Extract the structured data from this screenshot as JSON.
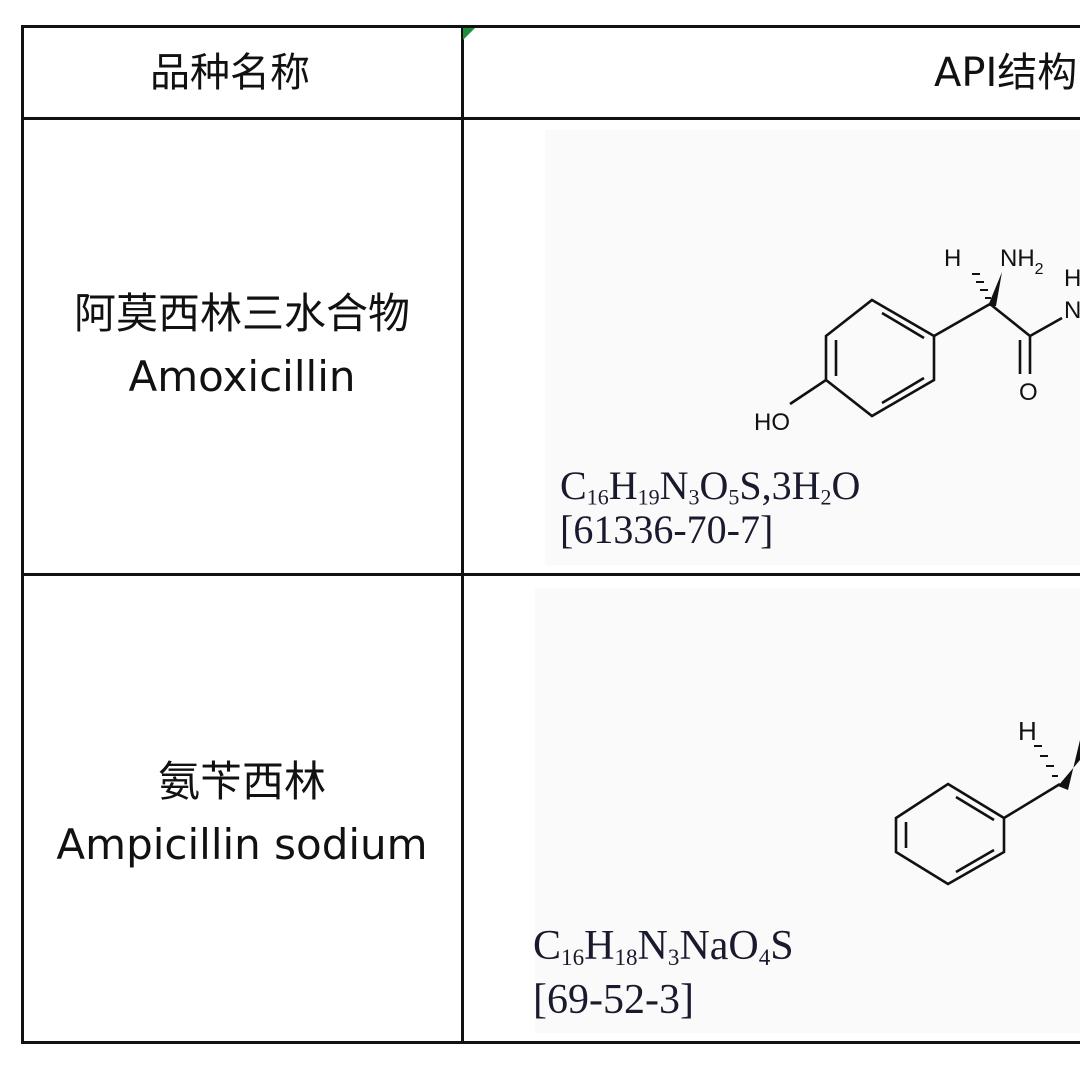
{
  "table": {
    "headers": {
      "name": "品种名称",
      "api_structure": "API结构"
    },
    "rows": [
      {
        "name_cn": "阿莫西林三水合物",
        "name_en": "Amoxicillin",
        "formula": {
          "C": "C",
          "C_n": "16",
          "H": "H",
          "H_n": "19",
          "N": "N",
          "N_n": "3",
          "O": "O",
          "O_n": "5",
          "rest": "S,3H",
          "H2": "2",
          "tail": "O"
        },
        "cas": "[61336-70-7]",
        "atom_labels": {
          "h": "H",
          "nh": "NH",
          "nh_sub": "2",
          "o": "O",
          "ho": "HO",
          "n_partial": "N",
          "h_partial": "H"
        }
      },
      {
        "name_cn": "氨苄西林",
        "name_en": "Ampicillin sodium",
        "formula": {
          "C": "C",
          "C_n": "16",
          "H": "H",
          "H_n": "18",
          "N": "N",
          "N_n": "3",
          "Na": "NaO",
          "O_n": "4",
          "tail": "S"
        },
        "cas": "[69-52-3]",
        "atom_labels": {
          "h": "H"
        }
      }
    ]
  }
}
